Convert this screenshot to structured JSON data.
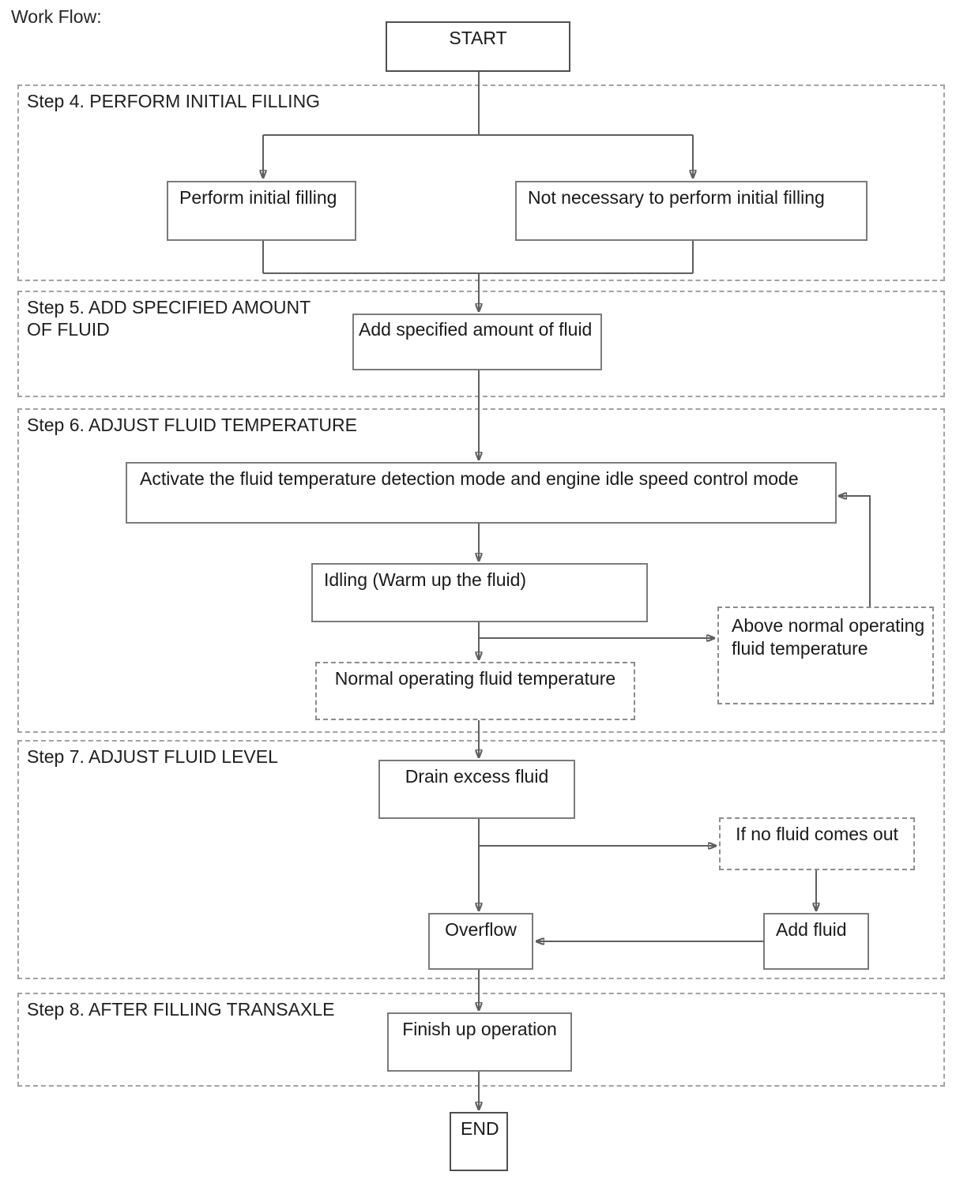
{
  "page": {
    "label": "Work Flow:"
  },
  "flow": {
    "terminals": {
      "start": "START",
      "end": "END"
    },
    "steps": [
      {
        "title": "Step 4. PERFORM INITIAL FILLING"
      },
      {
        "title": "Step 5. ADD SPECIFIED AMOUNT OF FLUID"
      },
      {
        "title": "Step 6. ADJUST FLUID TEMPERATURE"
      },
      {
        "title": "Step 7. ADJUST FLUID LEVEL"
      },
      {
        "title": "Step 8. AFTER FILLING TRANSAXLE"
      }
    ],
    "nodes": {
      "perform_initial_filling": "Perform initial filling",
      "not_necessary": "Not necessary to perform initial filling",
      "add_specified_amount": "Add specified amount of fluid",
      "activate_mode": "Activate the fluid temperature detection mode and engine idle speed control mode",
      "idling": "Idling (Warm up the fluid)",
      "normal_temperature": "Normal operating fluid temperature",
      "above_temperature": "Above normal operating fluid temperature",
      "drain_excess": "Drain excess fluid",
      "if_no_fluid": "If no fluid comes out",
      "overflow": "Overflow",
      "add_fluid": "Add fluid",
      "finish_up": "Finish up operation"
    }
  }
}
